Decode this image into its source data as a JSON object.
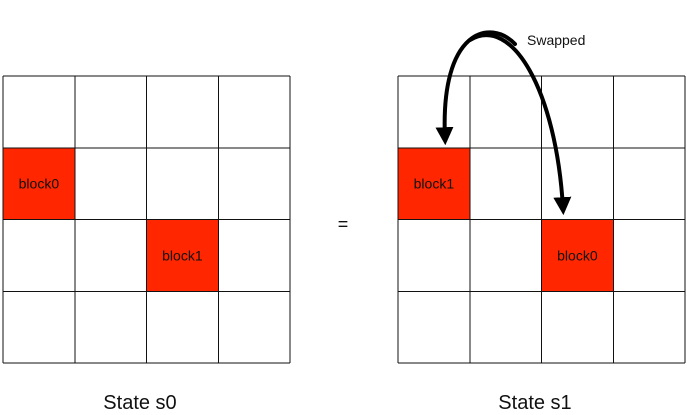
{
  "colors": {
    "block_fill": "#ff2600",
    "grid_line": "#111111",
    "arrow": "#000000"
  },
  "grid": {
    "rows": 4,
    "cols": 4
  },
  "states": [
    {
      "caption": "State s0",
      "blocks": [
        {
          "label": "block0",
          "row": 1,
          "col": 0
        },
        {
          "label": "block1",
          "row": 2,
          "col": 2
        }
      ]
    },
    {
      "caption": "State s1",
      "blocks": [
        {
          "label": "block1",
          "row": 1,
          "col": 0
        },
        {
          "label": "block0",
          "row": 2,
          "col": 2
        }
      ]
    }
  ],
  "equals_sign": "=",
  "swap_label": "Swapped"
}
